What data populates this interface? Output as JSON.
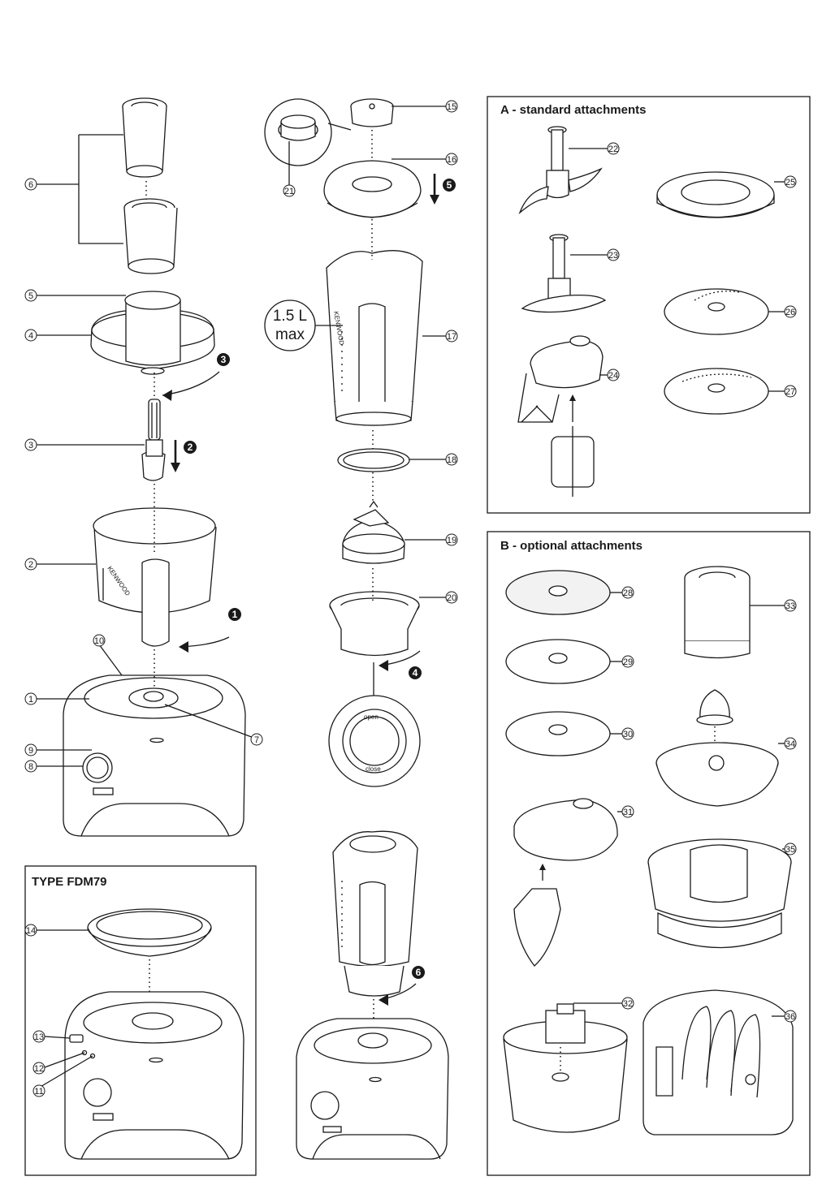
{
  "boxes": {
    "standard_title": "A - standard attachments",
    "optional_title": "B - optional attachments",
    "type_title": "TYPE FDM79"
  },
  "capacity": {
    "line1": "1.5 L",
    "line2": "max"
  },
  "lid_labels": {
    "open": "open",
    "close": "close"
  },
  "brand": "KENWOOD",
  "callouts": {
    "c1": "1",
    "c2": "2",
    "c3": "3",
    "c4": "4",
    "c5": "5",
    "c6": "6",
    "c7": "7",
    "c8": "8",
    "c9": "9",
    "c10": "10",
    "c11": "11",
    "c12": "12",
    "c13": "13",
    "c14": "14",
    "c15": "15",
    "c16": "16",
    "c17": "17",
    "c18": "18",
    "c19": "19",
    "c20": "20",
    "c21": "21",
    "c22": "22",
    "c23": "23",
    "c24": "24",
    "c25": "25",
    "c26": "26",
    "c27": "27",
    "c28": "28",
    "c29": "29",
    "c30": "30",
    "c31": "31",
    "c32": "32",
    "c33": "33",
    "c34": "34",
    "c35": "35",
    "c36": "36"
  },
  "steps": {
    "s1": "1",
    "s2": "2",
    "s3": "3",
    "s4": "4",
    "s5": "5",
    "s6": "6"
  }
}
